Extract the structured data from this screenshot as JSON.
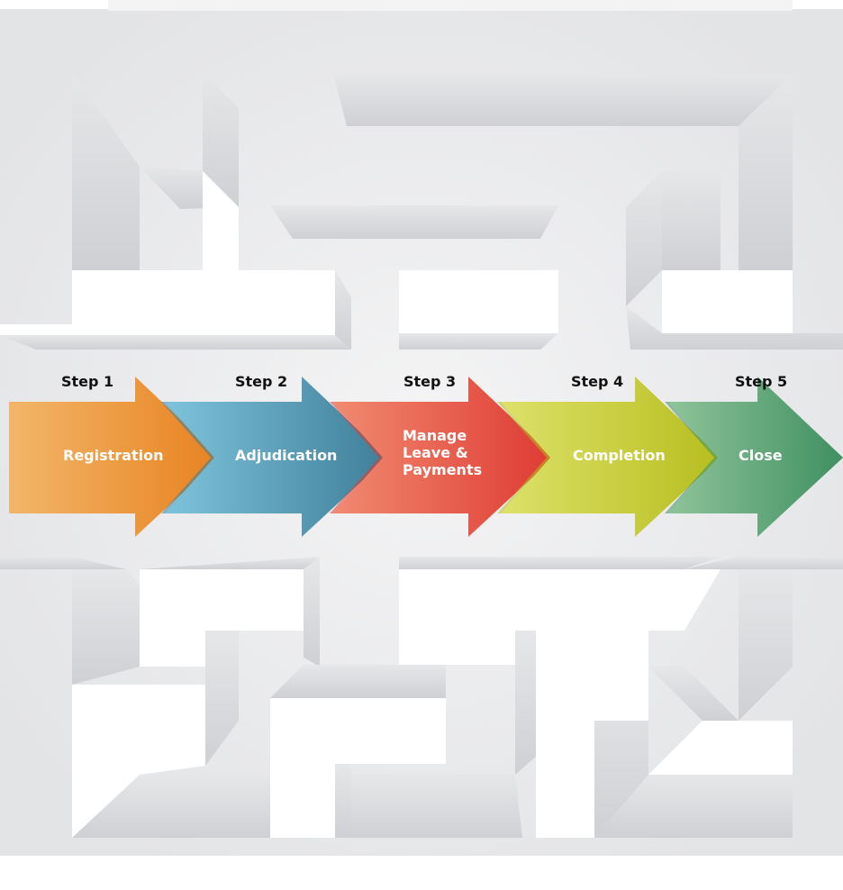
{
  "process": {
    "steps": [
      {
        "step_label": "Step 1",
        "name_lines": [
          "Registration"
        ],
        "color_start": "#f2b66a",
        "color_end": "#e8821f"
      },
      {
        "step_label": "Step 2",
        "name_lines": [
          "Adjudication"
        ],
        "color_start": "#7ec3dc",
        "color_end": "#3f7f98"
      },
      {
        "step_label": "Step 3",
        "name_lines": [
          "Manage",
          "Leave &",
          "Payments"
        ],
        "color_start": "#f08a70",
        "color_end": "#df3a32"
      },
      {
        "step_label": "Step 4",
        "name_lines": [
          "Completion"
        ],
        "color_start": "#dde16a",
        "color_end": "#b7be1e"
      },
      {
        "step_label": "Step 5",
        "name_lines": [
          "Close"
        ],
        "color_start": "#8fc49a",
        "color_end": "#3f9060"
      }
    ]
  },
  "maze": {
    "wall_top_color": "#ffffff",
    "wall_side_color": "#d9dadc",
    "floor_color": "#eceded"
  }
}
